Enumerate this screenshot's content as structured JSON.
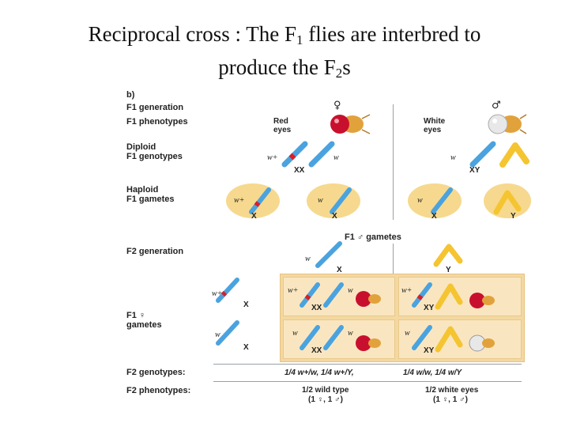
{
  "title": {
    "line1_pre": "Reciprocal cross : The F",
    "line1_sub": "1",
    "line1_post": " flies are interbred to",
    "line2_pre": "produce the F",
    "line2_sub": "2",
    "line2_post": "s"
  },
  "figure": {
    "panel_label": "b)",
    "rows": {
      "f1_generation": "F1 generation",
      "f1_phenotypes": "F1 phenotypes",
      "diploid": "Diploid",
      "f1_genotypes": "F1 genotypes",
      "haploid": "Haploid",
      "f1_gametes": "F1 gametes",
      "f2_generation": "F2 generation",
      "f1_female": "F1 ♀",
      "gametes": "gametes",
      "f2_genotypes_label": "F2 genotypes:",
      "f2_phenotypes_label": "F2 phenotypes:"
    },
    "female_symbol": "♀",
    "male_symbol": "♂",
    "red_eyes": [
      "Red",
      "eyes"
    ],
    "white_eyes": [
      "White",
      "eyes"
    ],
    "allele_w_plus": "w+",
    "allele_w": "w",
    "genotype_xx": "XX",
    "genotype_xy": "XY",
    "chrom_x": "X",
    "chrom_y": "Y",
    "male_gametes_header": "F1 ♂ gametes",
    "f2_genotypes_left": "1/4 w+/w, 1/4 w+/Y,",
    "f2_genotypes_right": "1/4 w/w, 1/4 w/Y",
    "f2_pheno_left": [
      "1/2 wild type",
      "(1 ♀, 1 ♂)"
    ],
    "f2_pheno_right": [
      "1/2 white eyes",
      "(1 ♀, 1 ♂)"
    ],
    "colors": {
      "chromosome_blue": "#4aa3df",
      "y_chromosome": "#f5c431",
      "red_marker": "#d6202a",
      "eye_red": "#c8102e",
      "eye_white": "#e8e8e8",
      "cell_bg": "#f9e6c0"
    }
  }
}
